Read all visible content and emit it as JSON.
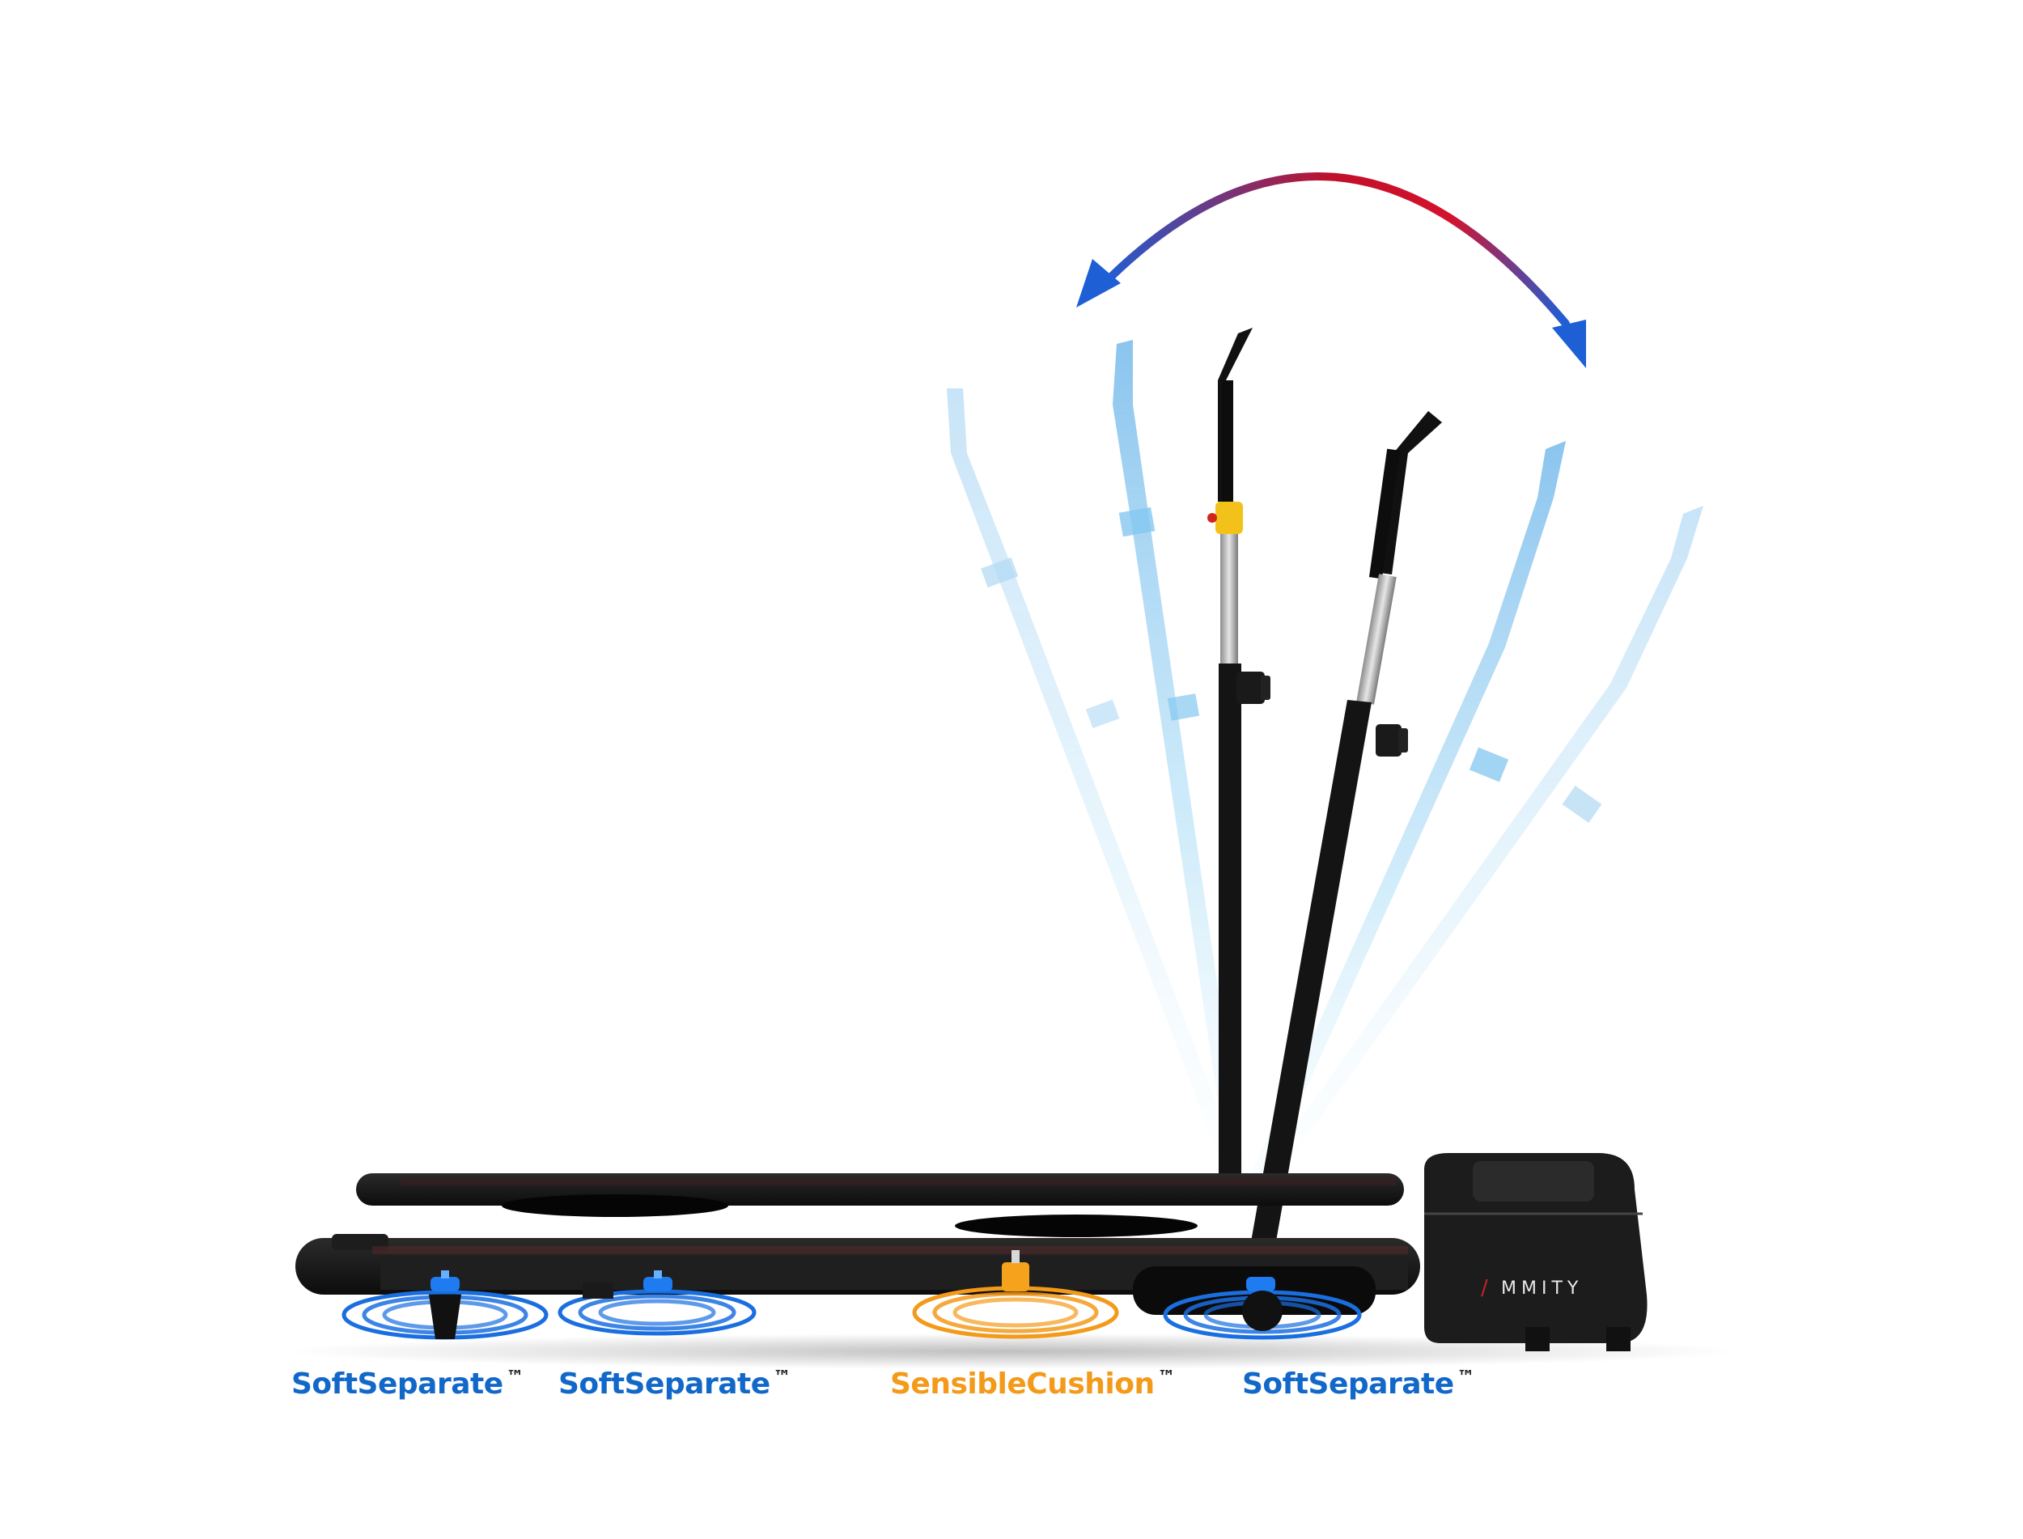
{
  "brand": {
    "logo_text": "MMITY"
  },
  "labels": [
    {
      "text": "SoftSeparate",
      "mark": "™",
      "color": "#1268c8"
    },
    {
      "text": "SoftSeparate",
      "mark": "™",
      "color": "#1268c8"
    },
    {
      "text": "SensibleCushion",
      "mark": "™",
      "color": "#f39a1a"
    },
    {
      "text": "SoftSeparate",
      "mark": "™",
      "color": "#1268c8"
    }
  ],
  "colors": {
    "arrow_start": "#1e5fd6",
    "arrow_mid": "#c0102a",
    "handle_ghost": "#7ec4f0",
    "cushion_blue": "#1a6fe0",
    "cushion_orange": "#f39a1a",
    "frame": "#1a1a1a"
  },
  "icons": [
    "rotation-arrow-icon",
    "shock-absorber-icon",
    "cushion-icon"
  ]
}
